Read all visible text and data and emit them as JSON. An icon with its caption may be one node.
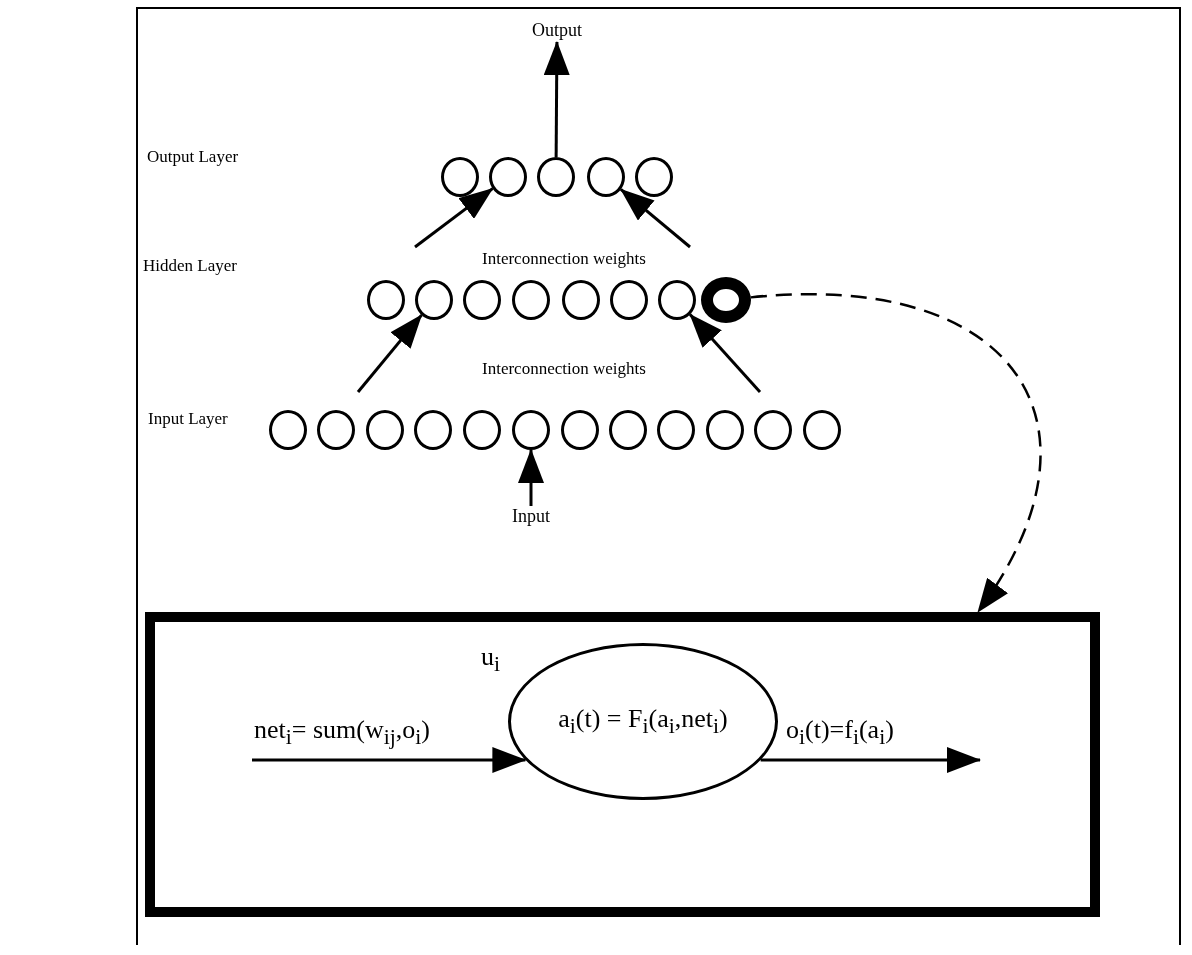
{
  "diagram": {
    "nodes": [
      {
        "text": [
          "Output"
        ]
      },
      {
        "text": [],
        "shape": "circle"
      },
      {
        "text": [],
        "shape": "circle"
      },
      {
        "text": [],
        "shape": "circle"
      },
      {
        "text": [],
        "shape": "circle"
      },
      {
        "text": [],
        "shape": "circle"
      },
      {
        "text": [],
        "shape": "circle"
      },
      {
        "text": [],
        "shape": "circle"
      },
      {
        "text": [],
        "shape": "circle"
      },
      {
        "text": [],
        "shape": "circle"
      },
      {
        "text": [],
        "shape": "circle"
      },
      {
        "text": [],
        "shape": "circle"
      },
      {
        "text": [],
        "shape": "circle"
      },
      {
        "text": [],
        "shape": "circle"
      },
      {
        "text": [],
        "shape": "circle"
      },
      {
        "text": [],
        "shape": "circle"
      },
      {
        "text": [],
        "shape": "circle"
      },
      {
        "text": [],
        "shape": "circle"
      },
      {
        "text": [],
        "shape": "circle"
      },
      {
        "text": [],
        "shape": "circle"
      },
      {
        "text": [],
        "shape": "circle"
      },
      {
        "text": [],
        "shape": "circle"
      },
      {
        "text": [],
        "shape": "circle"
      },
      {
        "text": [],
        "shape": "circle"
      },
      {
        "text": [],
        "shape": "circle"
      },
      {
        "text": [],
        "shape": "circle"
      },
      {
        "text": [
          "Input"
        ]
      },
      {
        "text": [],
        "shape": "box"
      },
      {
        "text": [
          "a$_{i}$(t) = F$_{i}$(a$_{i}$,net$_{i}$)"
        ],
        "beside": [
          "u$_{i}$"
        ],
        "in": 27
      }
    ],
    "edges": [
      {
        "from": 3,
        "to": 0,
        "arrow": "to"
      },
      {
        "from": null,
        "to": 2,
        "arrow": "to"
      },
      {
        "from": null,
        "to": 4,
        "arrow": "to"
      },
      {
        "from": null,
        "to": 7,
        "arrow": "to"
      },
      {
        "from": null,
        "to": 12,
        "arrow": "to"
      },
      {
        "from": 26,
        "to": 19,
        "arrow": "to"
      },
      {
        "from": 13,
        "to": 27,
        "arrow": "to",
        "style": "dashed"
      },
      {
        "from": null,
        "to": 28,
        "arrow": "to",
        "label": "net$_{i}$= sum(w$_{ij}$,o$_{i}$)"
      },
      {
        "from": 28,
        "to": null,
        "arrow": "to",
        "label": "o$_{i}$(t)=f$_{i}$(a$_{i}$)"
      }
    ],
    "labels": [
      "Output Layer",
      "Hidden Layer",
      "Interconnection weights",
      "Interconnection weights",
      "Input Layer"
    ]
  }
}
